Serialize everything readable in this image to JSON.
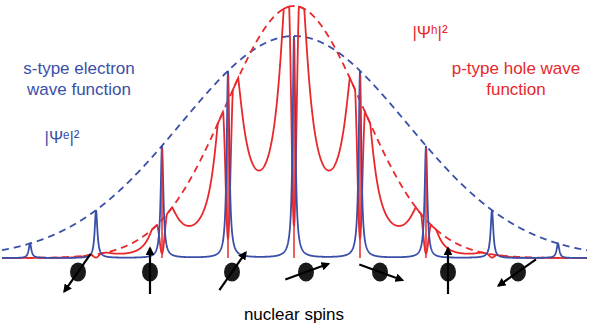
{
  "diagram": {
    "labels": [
      "|Ψʰ|²",
      "s-type electron wave function",
      "p-type hole wave function",
      "|Ψᵉ|²",
      "nuclear spins"
    ]
  }
}
